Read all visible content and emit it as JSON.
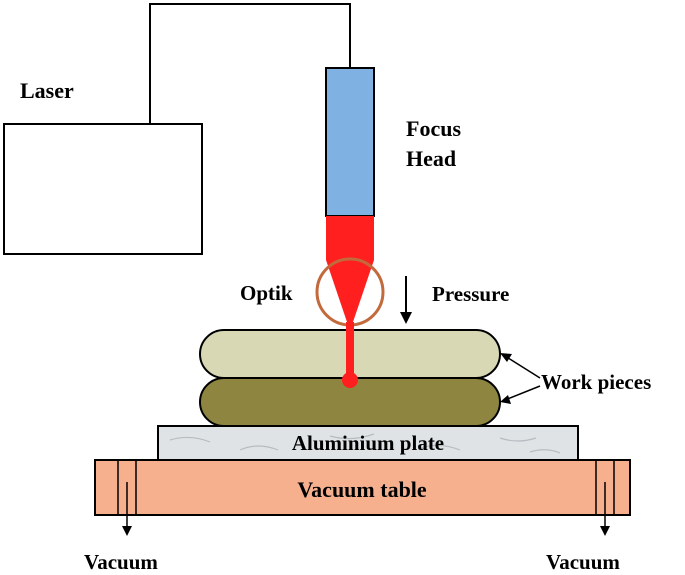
{
  "labels": {
    "laser": "Laser",
    "focus_line1": "Focus",
    "focus_line2": "Head",
    "optik": "Optik",
    "pressure": "Pressure",
    "work_pieces": "Work pieces",
    "aluminium_plate": "Aluminium plate",
    "vacuum_table": "Vacuum table",
    "vacuum_left": "Vacuum",
    "vacuum_right": "Vacuum"
  },
  "colors": {
    "focus_head": "#7fb2e2",
    "laser_beam": "#ff1f1f",
    "top_workpiece": "#d8d8b4",
    "bottom_workpiece": "#8e8640",
    "aluminium_plate": "#dfe3e6",
    "vacuum_table": "#f6b08e",
    "optik_ring": "#c26a3c"
  }
}
